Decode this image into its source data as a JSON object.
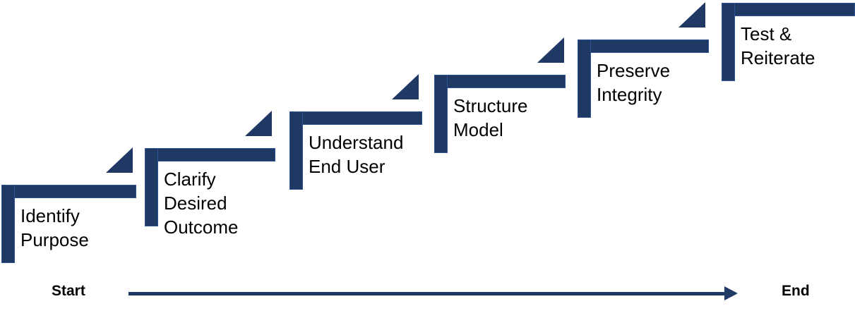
{
  "diagram": {
    "type": "staircase-process",
    "steps": [
      {
        "label": "Identify\nPurpose"
      },
      {
        "label": "Clarify\nDesired\nOutcome"
      },
      {
        "label": "Understand\nEnd User"
      },
      {
        "label": "Structure\nModel"
      },
      {
        "label": "Preserve\nIntegrity"
      },
      {
        "label": "Test &\nReiterate"
      }
    ],
    "axis": {
      "start_label": "Start",
      "end_label": "End"
    },
    "colors": {
      "shape": "#1f3864",
      "text": "#000000"
    }
  }
}
